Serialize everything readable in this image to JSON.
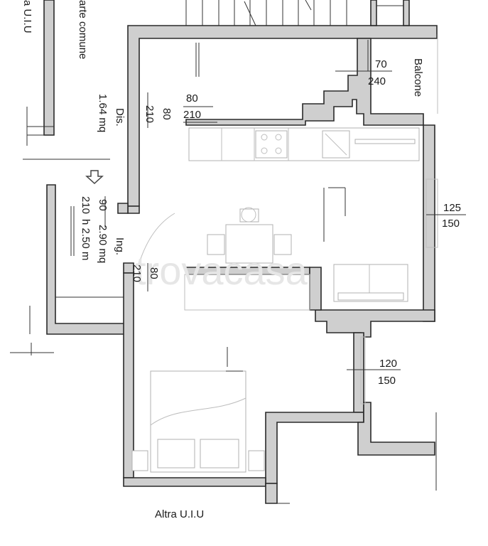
{
  "labels": {
    "top_left_unit": "a U.I.U",
    "shared_part": "arte comune",
    "balcony": "Balcone",
    "other_unit_bottom": "Altra U.I.U",
    "watermark": "trovacasa"
  },
  "rooms": {
    "dis": {
      "name": "Dis.",
      "area": "1.64 mq"
    },
    "entrance": {
      "name": "Ing.",
      "area": "2.90 mq",
      "height": "h 2.50 m",
      "door_width": "90",
      "door_height": "210"
    }
  },
  "openings": {
    "balcony_door": {
      "width": "70",
      "height": "240"
    },
    "kitchen_door": {
      "width": "80",
      "height": "210"
    },
    "dis_door": {
      "width": "80",
      "height": "210"
    },
    "window_living": {
      "width": "125",
      "height": "150"
    },
    "bedroom_door": {
      "width": "80",
      "height": "210"
    },
    "window_bedroom": {
      "width": "120",
      "height": "150"
    }
  },
  "icons": {
    "entrance_arrow": "down-arrow-icon"
  },
  "colors": {
    "wall_fill": "#cfcfcf",
    "wall_stroke": "#2a2a2a",
    "furniture": "#b0b0b0"
  }
}
